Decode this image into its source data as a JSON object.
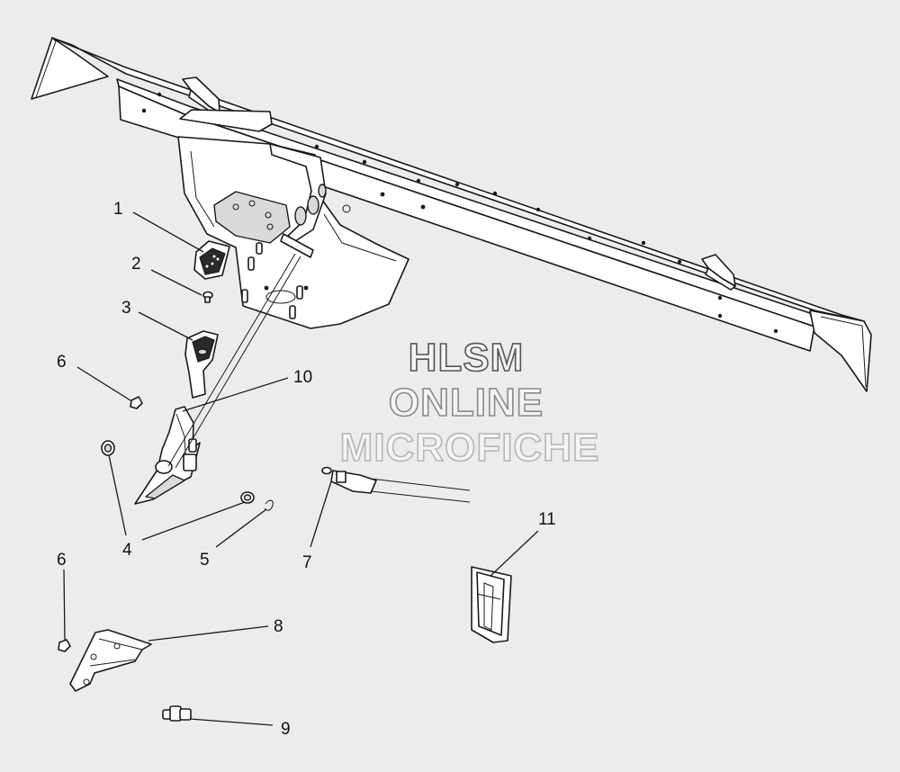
{
  "watermark": {
    "line1": "HLSM",
    "line2": "ONLINE",
    "line3": "MICROFICHE"
  },
  "callouts": [
    {
      "id": "c1",
      "label": "1"
    },
    {
      "id": "c2",
      "label": "2"
    },
    {
      "id": "c3",
      "label": "3"
    },
    {
      "id": "c6a",
      "label": "6"
    },
    {
      "id": "c10",
      "label": "10"
    },
    {
      "id": "c4",
      "label": "4"
    },
    {
      "id": "c5",
      "label": "5"
    },
    {
      "id": "c7",
      "label": "7"
    },
    {
      "id": "c11",
      "label": "11"
    },
    {
      "id": "c6b",
      "label": "6"
    },
    {
      "id": "c8",
      "label": "8"
    },
    {
      "id": "c9",
      "label": "9"
    }
  ],
  "colors": {
    "background": "#ececec",
    "line": "#1a1a1a",
    "watermark_outline_1": "#555555",
    "watermark_outline_2": "#8a8a8a",
    "watermark_outline_3": "#b5b5b5"
  }
}
